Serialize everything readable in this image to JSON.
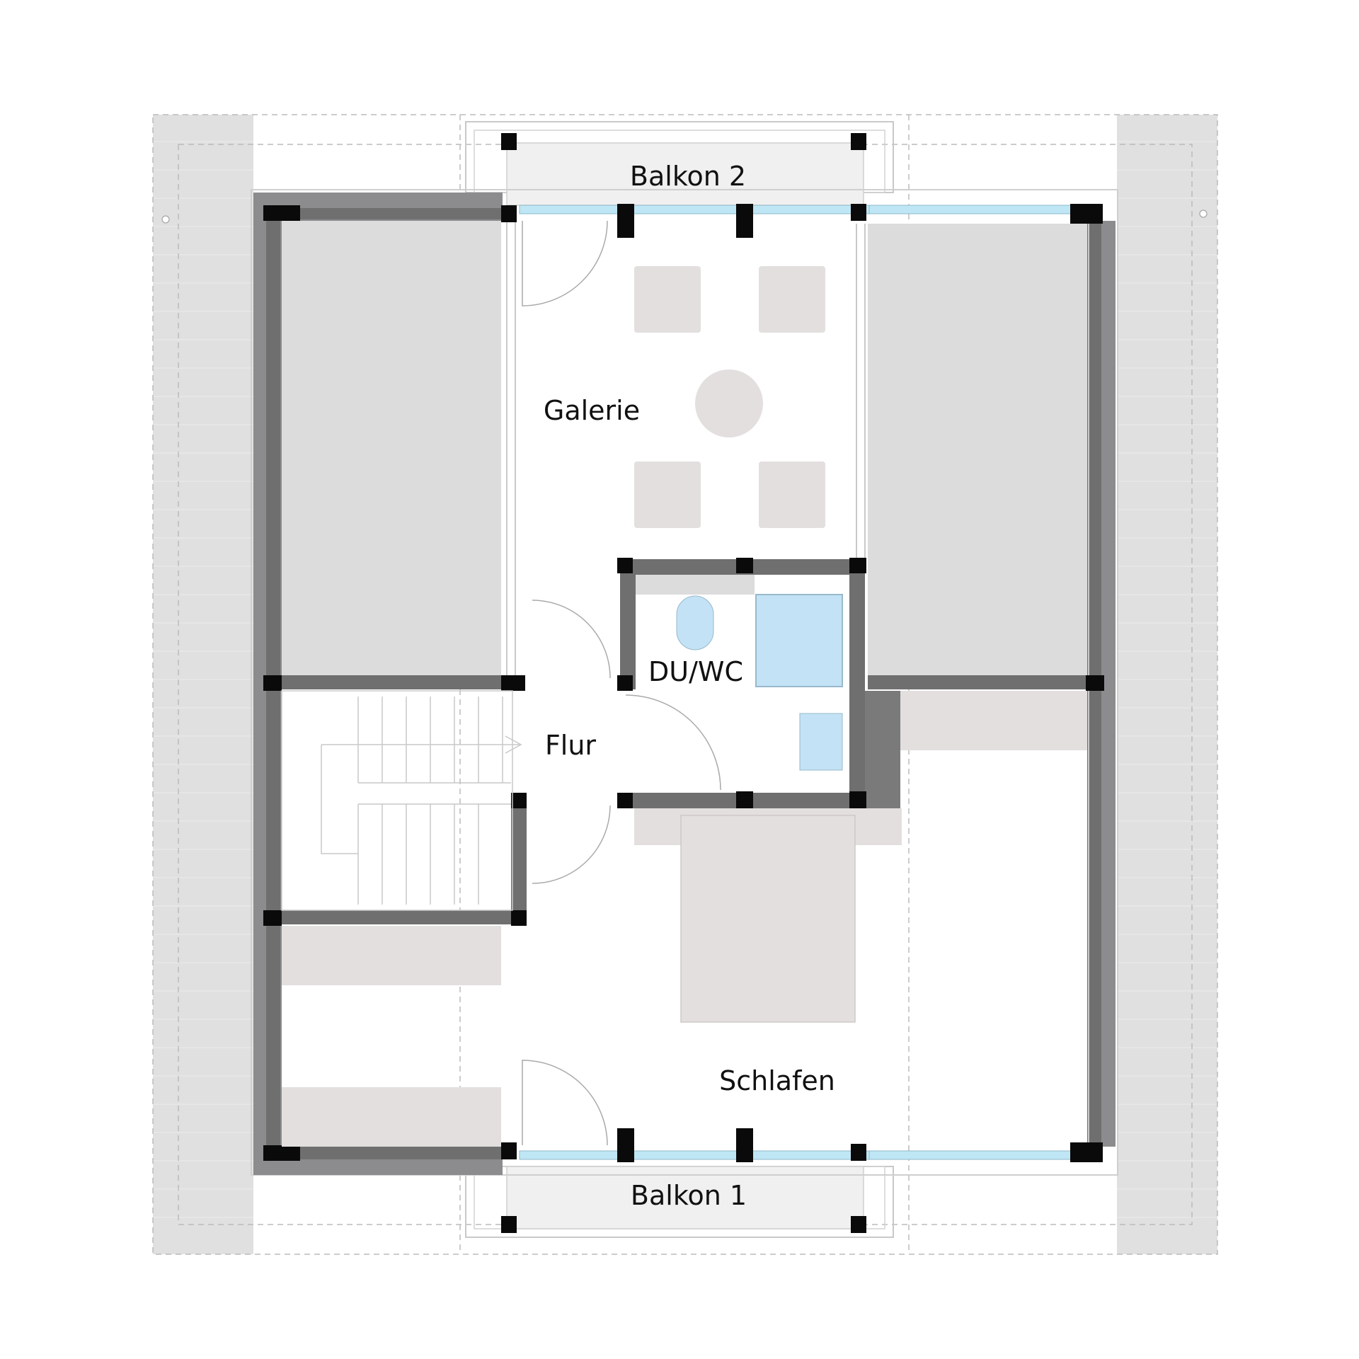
{
  "rooms": {
    "balkon_2": "Balkon 2",
    "galerie": "Galerie",
    "du_wc": "DU/WC",
    "flur": "Flur",
    "schlafen": "Schlafen",
    "balkon_1": "Balkon 1"
  },
  "colors": {
    "wall_dark": "#6f6f70",
    "wall_mid": "#8c8c8e",
    "roof_slope": "#dcdcdc",
    "furniture": "#e3dfdf",
    "window_glass": "#bfe6f5",
    "sanitary": "#c3e2f5",
    "column": "#0a0a0a"
  }
}
